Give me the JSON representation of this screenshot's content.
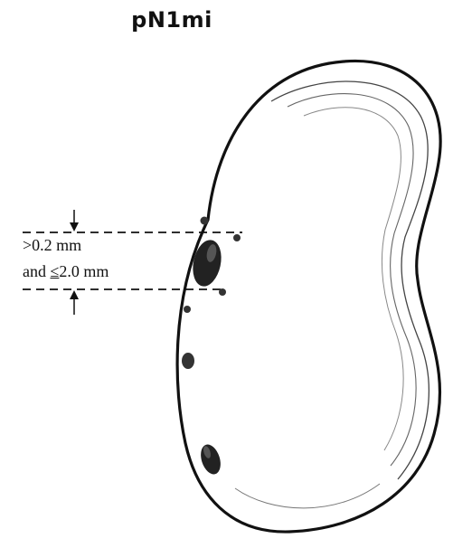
{
  "figure": {
    "title": "pN1mi",
    "measurement": {
      "line1": ">0.2 mm",
      "line2_prefix": "and ",
      "line2_underlined": "≤",
      "line2_rest": "2.0 mm"
    }
  }
}
